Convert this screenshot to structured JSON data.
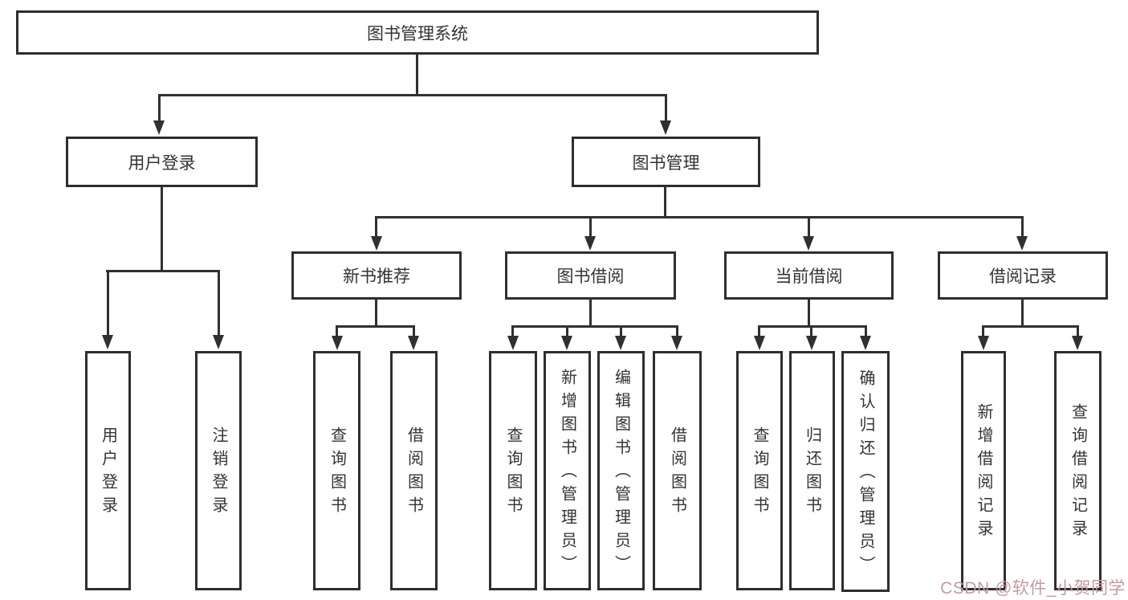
{
  "diagram_title": "图书管理系统",
  "nodes": {
    "root": "图书管理系统",
    "user_login": "用户登录",
    "book_mgmt": "图书管理",
    "new_book_rec": "新书推荐",
    "book_borrow": "图书借阅",
    "current_borrow": "当前借阅",
    "borrow_records": "借阅记录",
    "ul_login": "用户登录",
    "ul_logout": "注销登录",
    "nb_query": "查询图书",
    "nb_borrow": "借阅图书",
    "bb_query": "查询图书",
    "bb_add": "新增图书（管理员）",
    "bb_edit": "编辑图书（管理员）",
    "bb_borrow": "借阅图书",
    "cb_query": "查询图书",
    "cb_return": "归还图书",
    "cb_confirm": "确认归还（管理员）",
    "br_add": "新增借阅记录",
    "br_query": "查询借阅记录"
  },
  "watermark": {
    "text": "CSDN @软件_小贺同学",
    "color": "#c49a9e"
  },
  "colors": {
    "line": "#303030",
    "box_border": "#2e2e2e",
    "text": "#333333",
    "background": "#ffffff"
  }
}
